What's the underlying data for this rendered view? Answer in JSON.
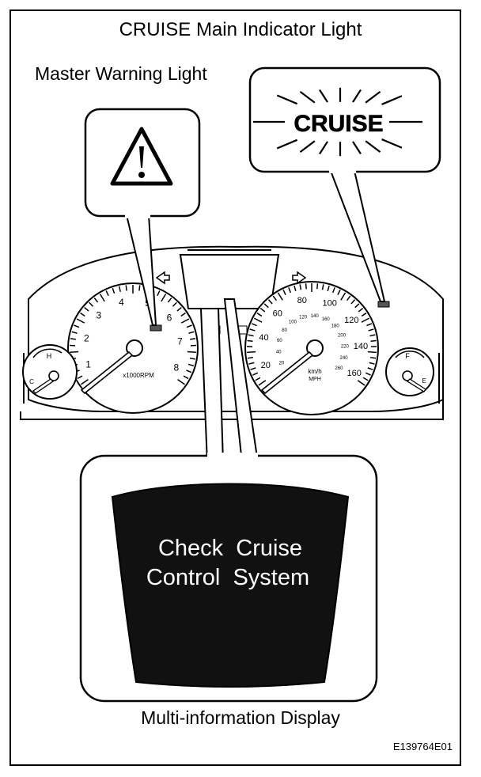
{
  "labels": {
    "title": "CRUISE Main Indicator Light",
    "master_warning": "Master Warning Light",
    "multi_info": "Multi-information Display",
    "figure_code": "E139764E01"
  },
  "callouts": {
    "cruise_word": "CRUISE",
    "display_line1": "Check  Cruise",
    "display_line2": "Control  System"
  },
  "tachometer": {
    "numbers": [
      "1",
      "2",
      "3",
      "4",
      "5",
      "6",
      "7",
      "8"
    ],
    "unit": "x1000RPM"
  },
  "speedometer": {
    "outer_numbers": [
      "20",
      "40",
      "60",
      "80",
      "100",
      "120",
      "140",
      "160"
    ],
    "inner_numbers": [
      "20",
      "40",
      "60",
      "80",
      "100",
      "120",
      "140",
      "160",
      "180",
      "200",
      "220",
      "240",
      "260"
    ],
    "unit_line1": "km/h",
    "unit_line2": "MPH"
  },
  "temp_gauge": {
    "label": "H",
    "low_label": "C"
  },
  "fuel_gauge": {
    "label": "F",
    "low_label": "E"
  }
}
